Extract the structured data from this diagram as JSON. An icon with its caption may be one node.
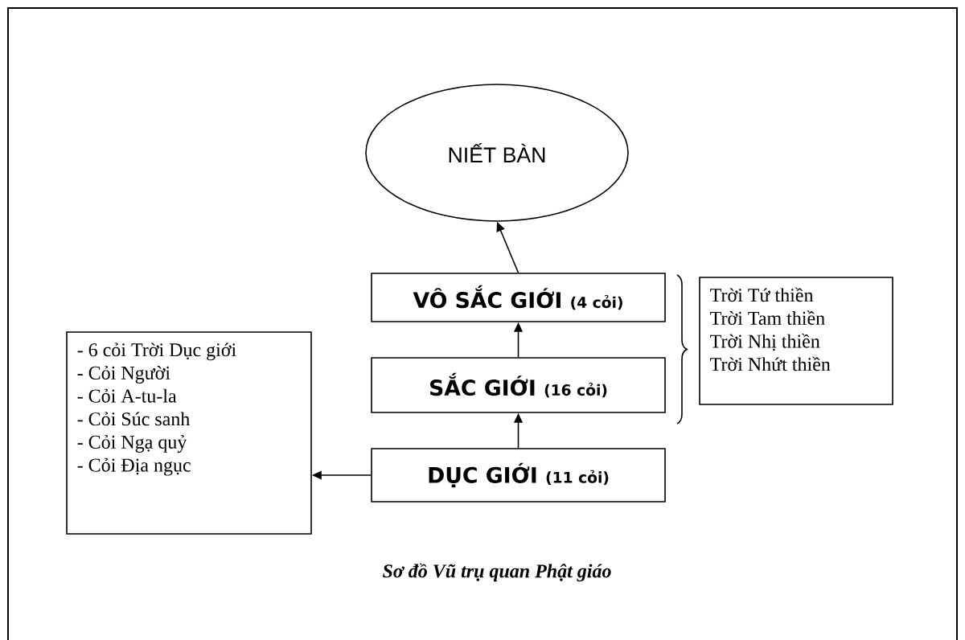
{
  "diagram": {
    "caption": "Sơ đồ Vũ trụ quan Phật giáo",
    "nodes": [
      {
        "text": [
          "NIẾT BÀN"
        ]
      },
      {
        "text": [
          "VÔ SẮC GIỚI",
          "(4 cỏi)"
        ]
      },
      {
        "text": [
          "SẮC GIỚI",
          "(16 cỏi)"
        ]
      },
      {
        "text": [
          "DỤC GIỚI",
          "(11 cỏi)"
        ]
      },
      {
        "text": [
          "- 6 cỏi Trời Dục giới",
          "- Cỏi Người",
          "- Cỏi A-tu-la",
          "- Cỏi Súc sanh",
          "- Cỏi Ngạ quỷ",
          "- Cỏi Địa ngục"
        ]
      },
      {
        "text": [
          "Trời Tứ thiền",
          "Trời Tam thiền",
          "Trời Nhị thiền",
          "Trời Nhứt thiền"
        ]
      }
    ],
    "edges": [
      {
        "from": 1,
        "to": 0,
        "arrow": "to"
      },
      {
        "from": 2,
        "to": 1,
        "arrow": "to"
      },
      {
        "from": 3,
        "to": 2,
        "arrow": "to"
      },
      {
        "from": 3,
        "to": 4,
        "arrow": "to"
      }
    ]
  }
}
